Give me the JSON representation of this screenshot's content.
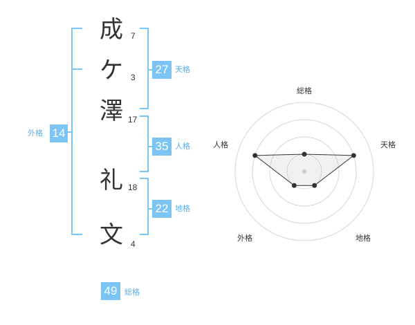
{
  "name": {
    "chars": [
      {
        "char": "成",
        "strokes": "7"
      },
      {
        "char": "ケ",
        "strokes": "3"
      },
      {
        "char": "澤",
        "strokes": "17"
      },
      {
        "char": "礼",
        "strokes": "18"
      },
      {
        "char": "文",
        "strokes": "4"
      }
    ]
  },
  "kakusu": {
    "tenkaku": {
      "value": "27",
      "label": "天格"
    },
    "jinkaku": {
      "value": "35",
      "label": "人格"
    },
    "chikaku": {
      "value": "22",
      "label": "地格"
    },
    "gaikaku": {
      "value": "14",
      "label": "外格"
    },
    "soukaku": {
      "value": "49",
      "label": "総格"
    }
  },
  "colors": {
    "accent": "#7cc4f3",
    "accent_text": "#5aaee8",
    "bracket": "#7cc4f3"
  },
  "chart_data": {
    "type": "radar",
    "axes": [
      "総格",
      "天格",
      "地格",
      "外格",
      "人格"
    ],
    "levels": 4,
    "values": [
      1,
      3,
      1,
      1,
      3
    ],
    "max": 4
  }
}
